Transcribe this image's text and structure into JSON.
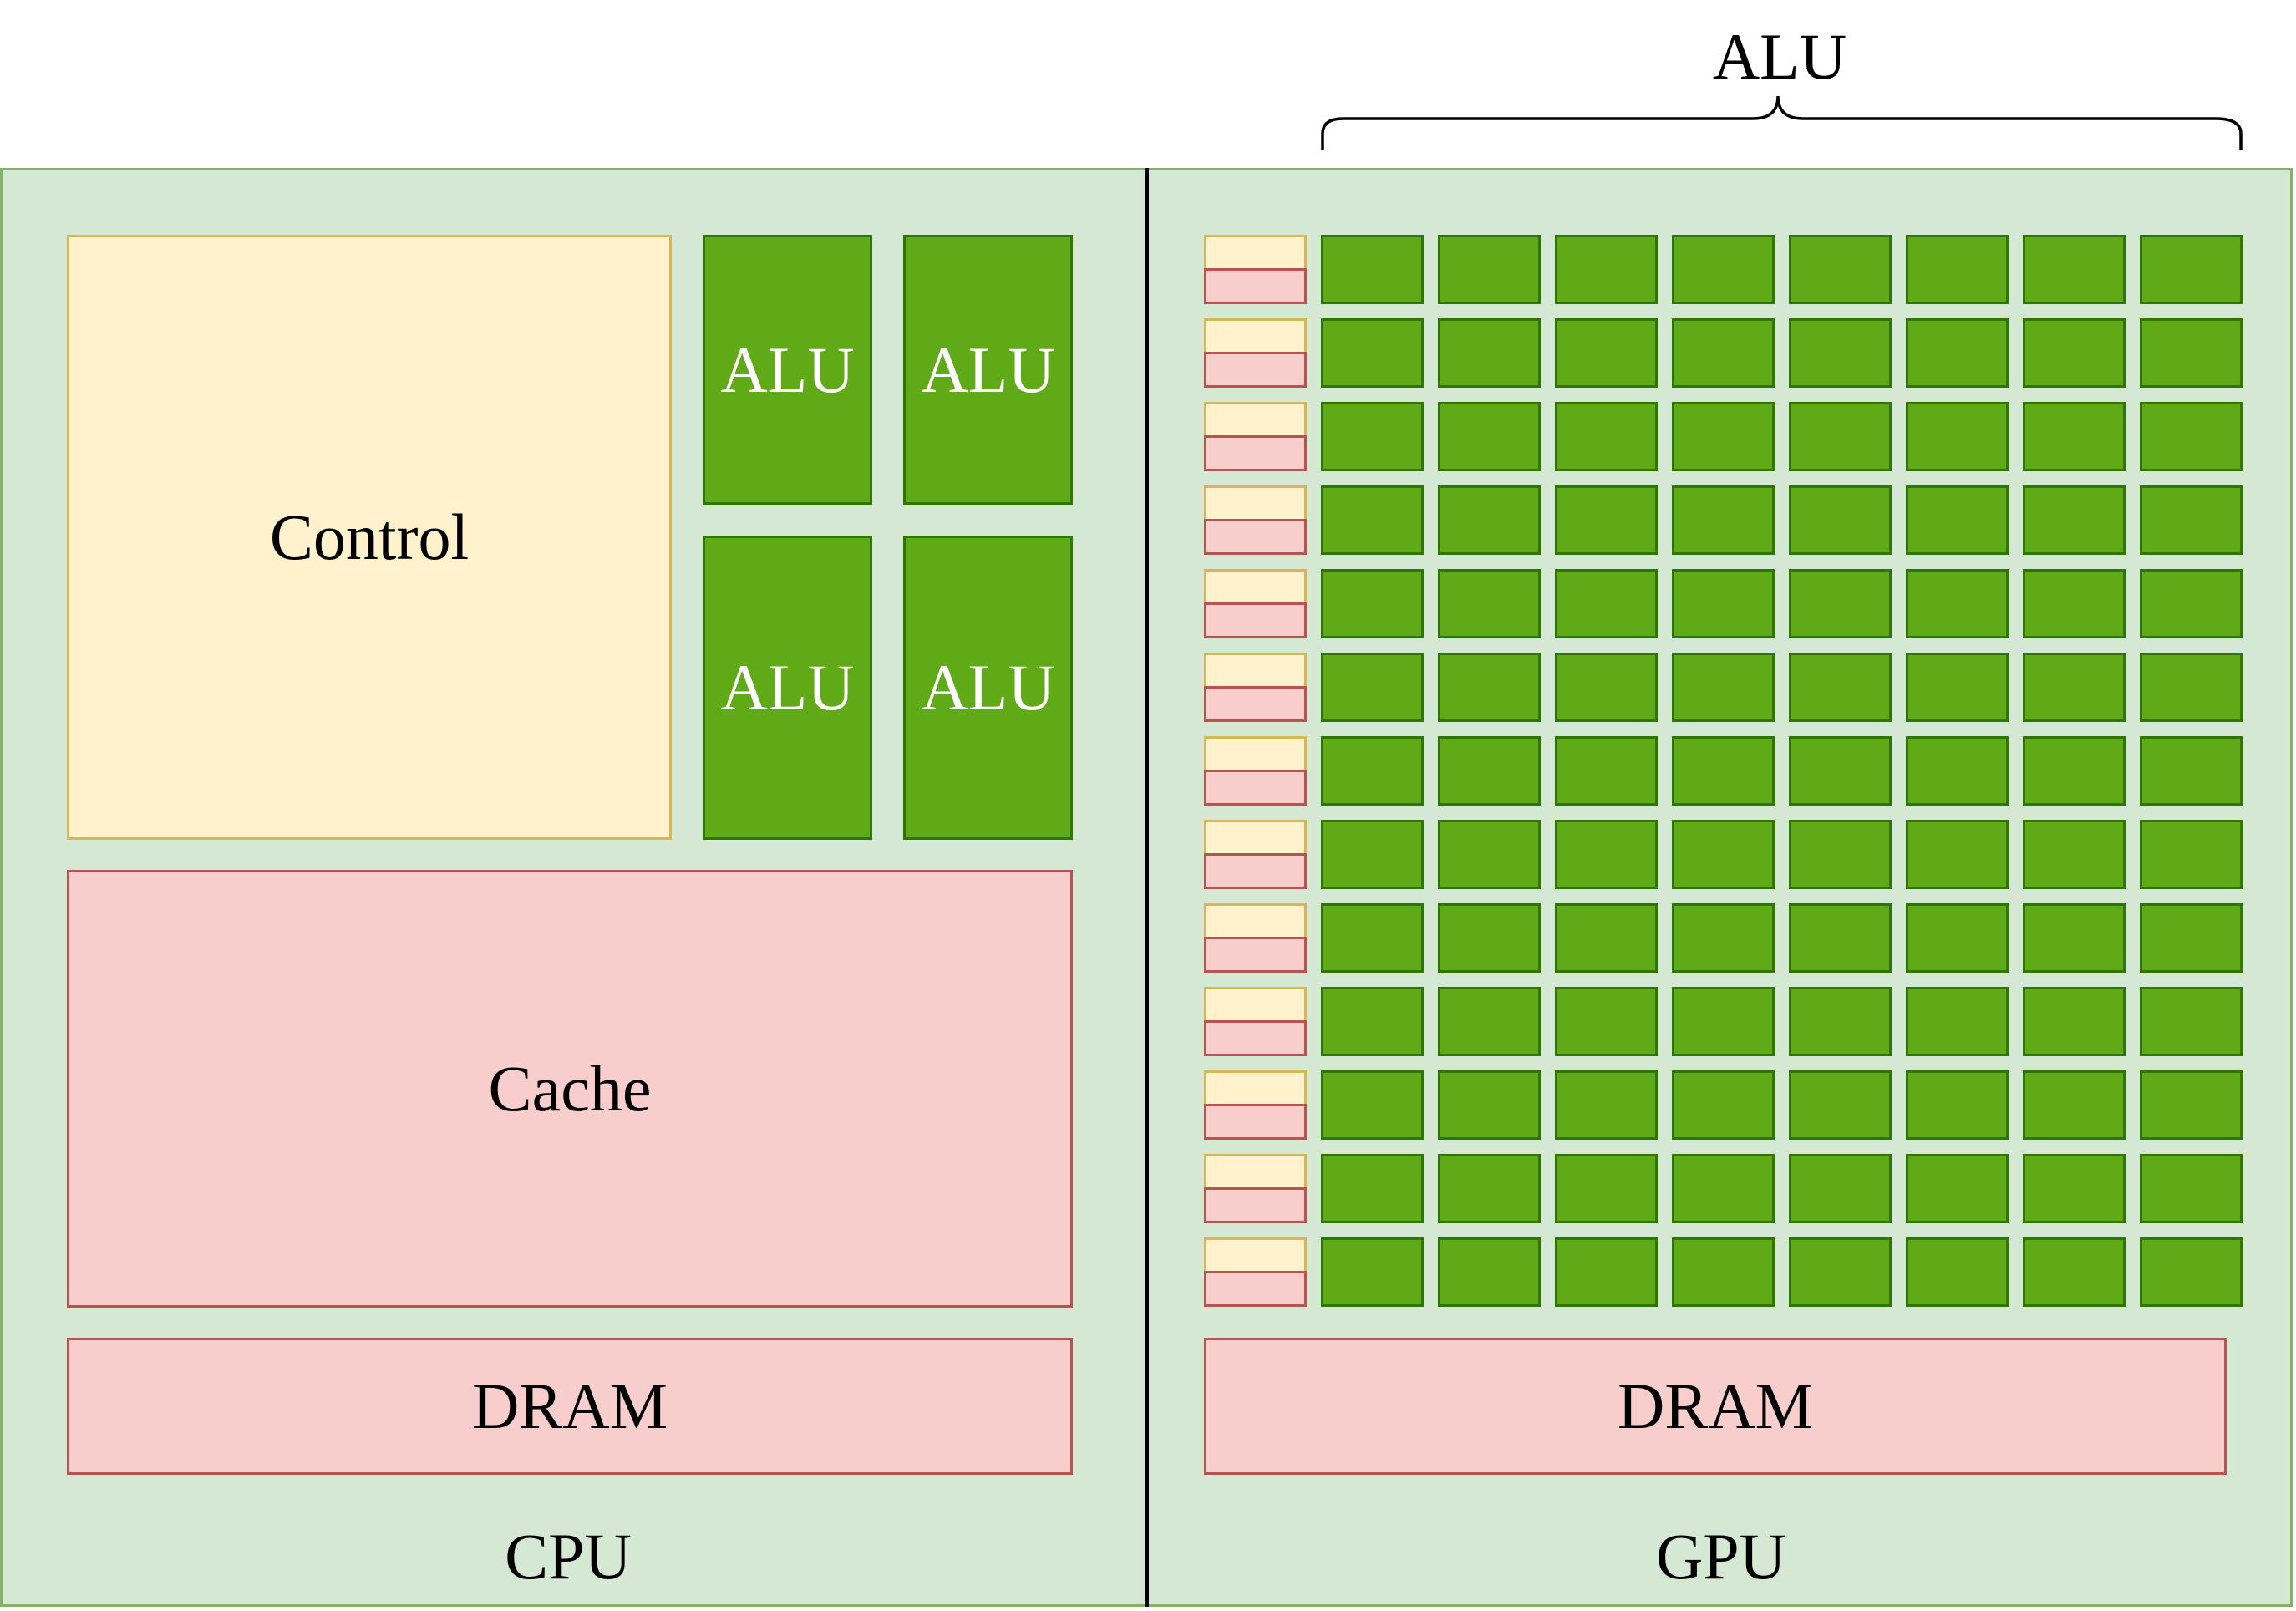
{
  "colors": {
    "panel_fill": "#d5e8d4",
    "panel_stroke": "#82b366",
    "control_fill": "#fff2cc",
    "control_stroke": "#d6b656",
    "cache_fill": "#f8cecc",
    "cache_stroke": "#b85450",
    "alu_fill": "#60a917",
    "alu_stroke": "#2d7600",
    "divider": "#000000"
  },
  "top_label": "ALU",
  "cpu": {
    "label": "CPU",
    "control": "Control",
    "alus": [
      "ALU",
      "ALU",
      "ALU",
      "ALU"
    ],
    "cache": "Cache",
    "dram": "DRAM"
  },
  "gpu": {
    "label": "GPU",
    "rows": 13,
    "alus_per_row": 8,
    "dram": "DRAM"
  }
}
